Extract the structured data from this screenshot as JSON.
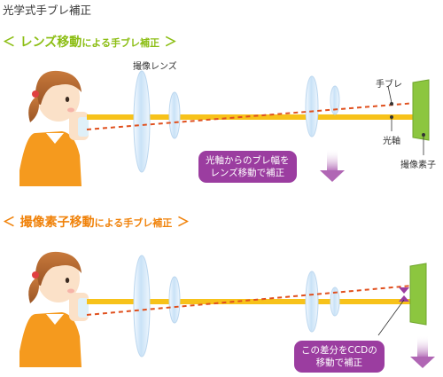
{
  "title": "光学式手ブレ補正",
  "section1": {
    "heading_open": "＜",
    "heading_main": "レンズ移動",
    "heading_sub": "による手ブレ補正",
    "heading_close": "＞",
    "lens_label": "撮像レンズ",
    "shake_label": "手ブレ",
    "axis_label": "光軸",
    "sensor_label": "撮像素子",
    "callout_line1": "光軸からのブレ幅を",
    "callout_line2": "レンズ移動で補正"
  },
  "section2": {
    "heading_open": "＜",
    "heading_main": "撮像素子移動",
    "heading_sub": "による手ブレ補正",
    "heading_close": "＞",
    "callout_line1": "この差分をCCDの",
    "callout_line2": "移動で補正"
  },
  "colors": {
    "heading1": "#8cbe14",
    "heading2": "#f0820a",
    "optical_axis": "#f7c21a",
    "shake_line": "#e0501e",
    "sensor": "#8cc63f",
    "callout": "#9b3da0",
    "lens": "#cfe4f6"
  }
}
